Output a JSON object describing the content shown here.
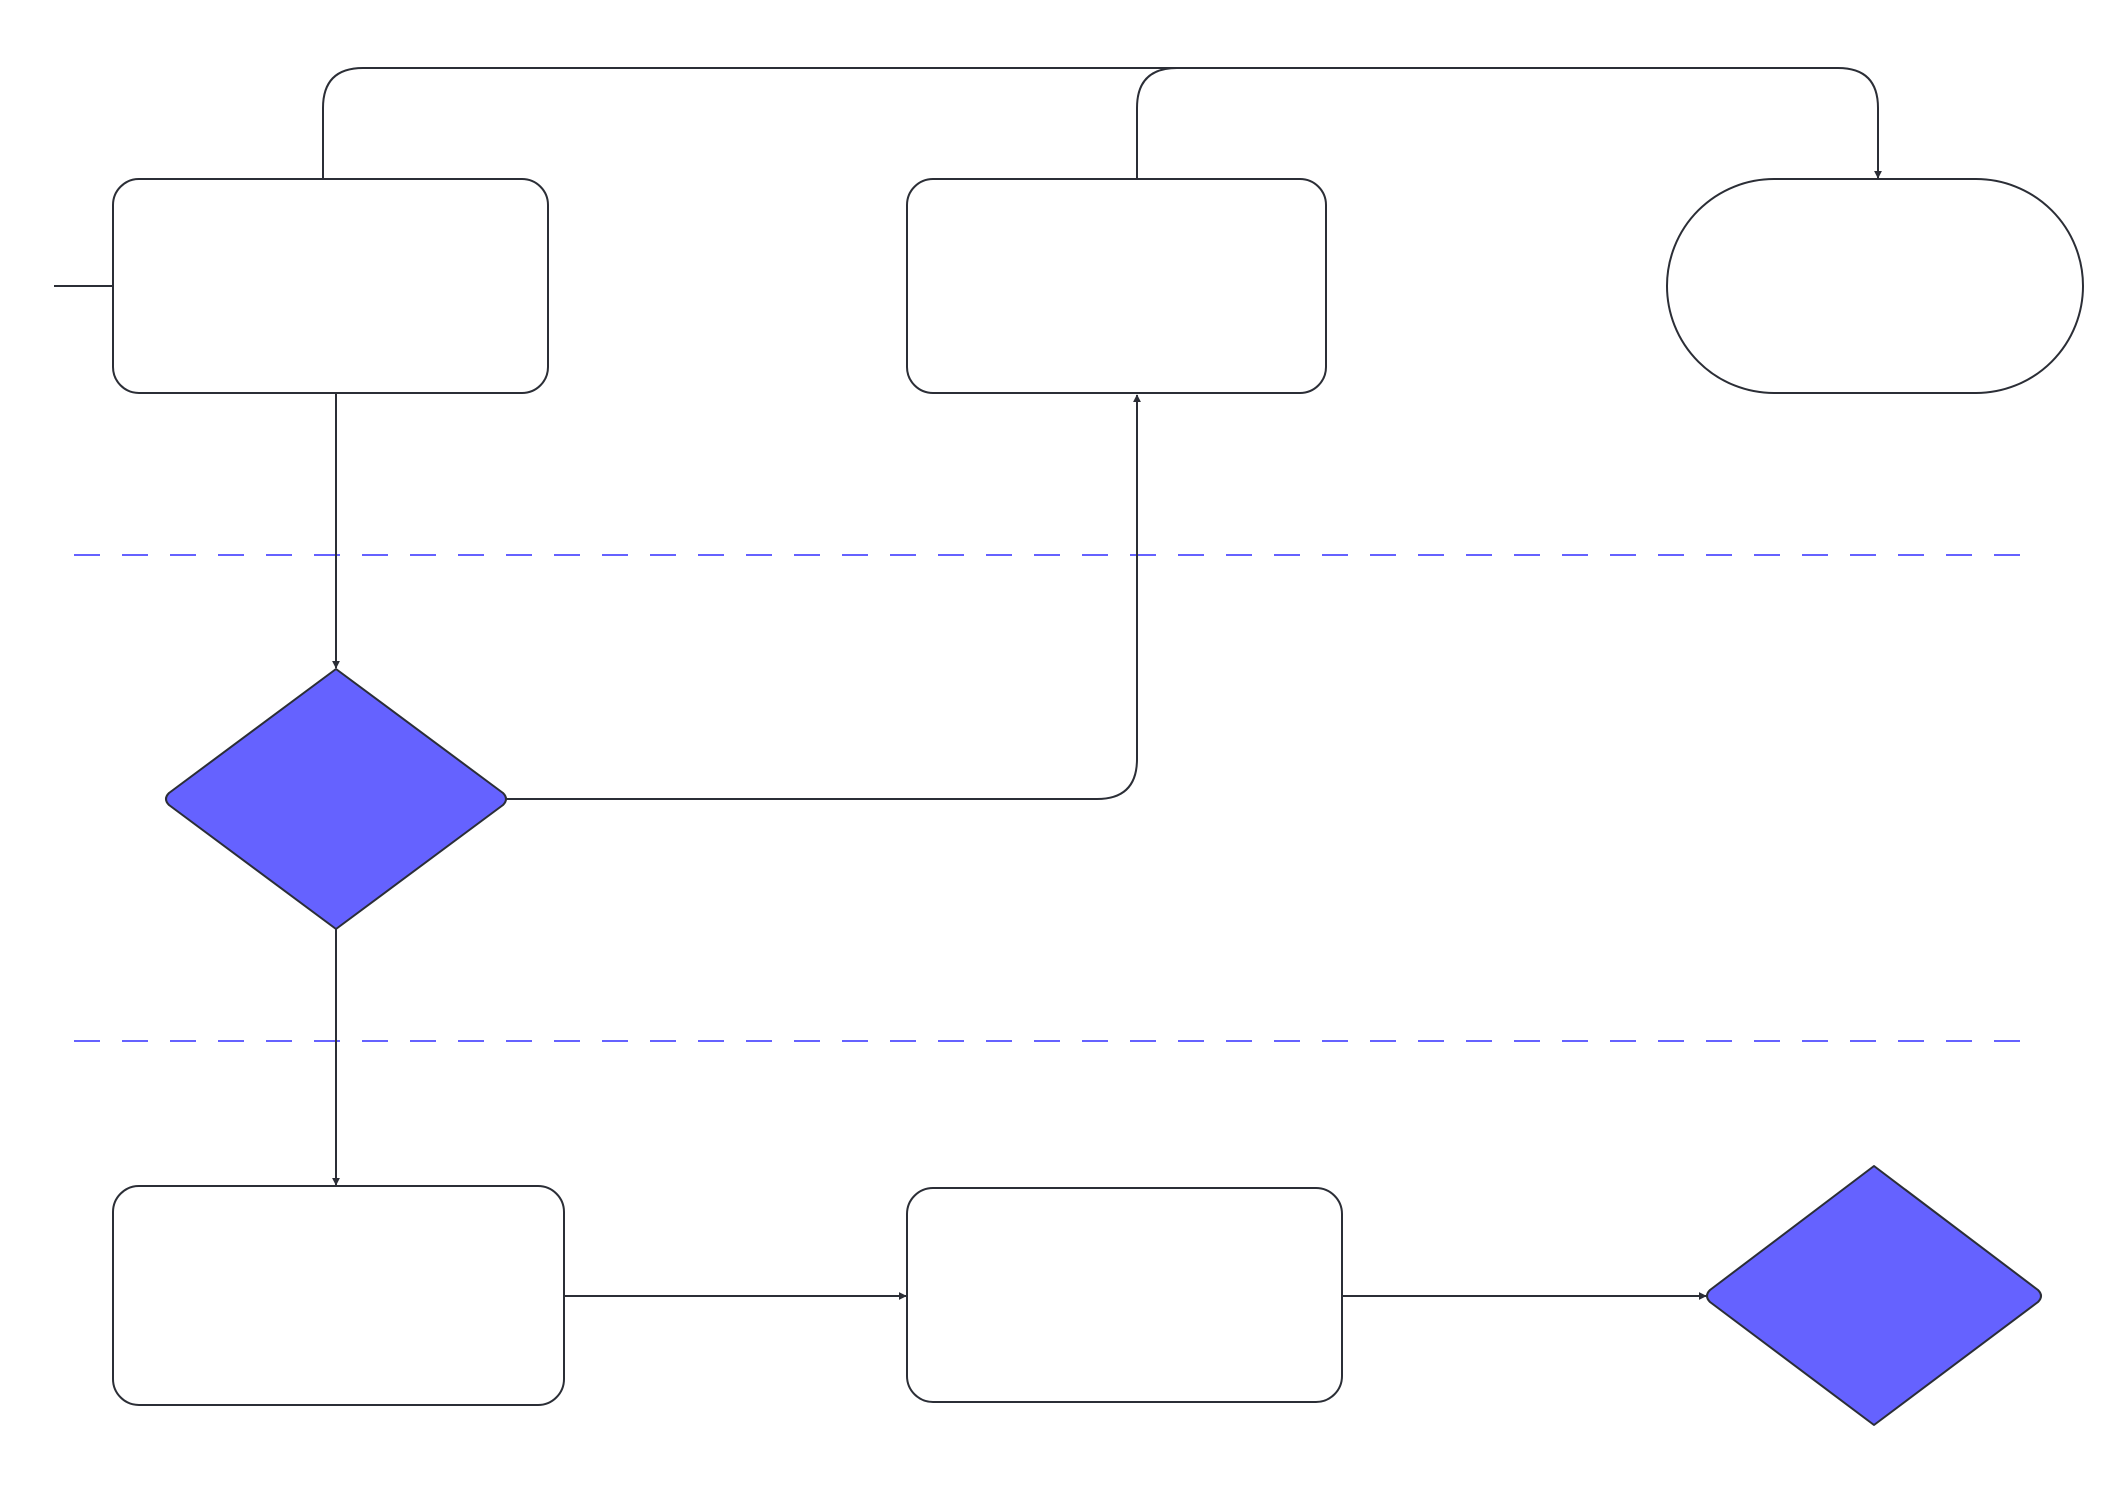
{
  "diagram": {
    "type": "flowchart",
    "lanes": 3,
    "colors": {
      "background": "#ffffff",
      "stroke": "#2b2e36",
      "node_fill": "#ffffff",
      "decision_fill": "#6562ff",
      "lane_divider": "#6562ff"
    },
    "nodes": [
      {
        "id": "process-1",
        "shape": "rounded-rect",
        "text": ""
      },
      {
        "id": "process-2",
        "shape": "rounded-rect",
        "text": ""
      },
      {
        "id": "terminal-1",
        "shape": "stadium",
        "text": ""
      },
      {
        "id": "decision-1",
        "shape": "diamond",
        "text": ""
      },
      {
        "id": "process-3",
        "shape": "rounded-rect",
        "text": ""
      },
      {
        "id": "process-4",
        "shape": "rounded-rect",
        "text": ""
      },
      {
        "id": "decision-2",
        "shape": "diamond",
        "text": ""
      }
    ],
    "edges": [
      {
        "from": "process-1",
        "to": "terminal-1"
      },
      {
        "from": "process-2",
        "to": "terminal-1"
      },
      {
        "from": "process-1",
        "to": "decision-1"
      },
      {
        "from": "decision-1",
        "to": "process-2"
      },
      {
        "from": "decision-1",
        "to": "process-3"
      },
      {
        "from": "process-3",
        "to": "process-4"
      },
      {
        "from": "process-4",
        "to": "decision-2"
      }
    ]
  }
}
